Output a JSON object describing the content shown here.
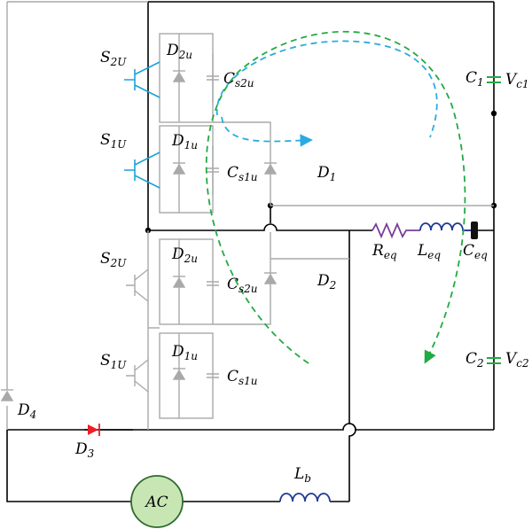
{
  "colors": {
    "wire": "#000000",
    "inactive": "#a9a9a9",
    "active_switch": "#1aa3d9",
    "blue_path": "#29abe2",
    "green_path": "#22aa44",
    "capacitor": "#22aa44",
    "resistor": "#7a3d99",
    "inductor": "#1f3a93",
    "red_diode": "#ee1c25",
    "ac_fill": "#c8e6b4",
    "ac_stroke": "#2e6b2e"
  },
  "labels": {
    "s2u_top": {
      "main": "S",
      "sub": "2U"
    },
    "d2u_top": {
      "main": "D",
      "sub": "2u"
    },
    "cs2u_top": {
      "main": "C",
      "sub": "s2u"
    },
    "s1u_top": {
      "main": "S",
      "sub": "1U"
    },
    "d1u_top": {
      "main": "D",
      "sub": "1u"
    },
    "cs1u_top": {
      "main": "C",
      "sub": "s1u"
    },
    "d1": {
      "main": "D",
      "sub": "1"
    },
    "s2u_bot": {
      "main": "S",
      "sub": "2U"
    },
    "d2u_bot": {
      "main": "D",
      "sub": "2u"
    },
    "cs2u_bot": {
      "main": "C",
      "sub": "s2u"
    },
    "d2": {
      "main": "D",
      "sub": "2"
    },
    "s1u_bot": {
      "main": "S",
      "sub": "1U"
    },
    "d1u_bot": {
      "main": "D",
      "sub": "1u"
    },
    "cs1u_bot": {
      "main": "C",
      "sub": "s1u"
    },
    "req": {
      "main": "R",
      "sub": "eq"
    },
    "leq": {
      "main": "L",
      "sub": "eq"
    },
    "ceq": {
      "main": "C",
      "sub": "eq"
    },
    "c1": {
      "main": "C",
      "sub": "1"
    },
    "vc1": {
      "main": "V",
      "sub": "c1"
    },
    "c2": {
      "main": "C",
      "sub": "2"
    },
    "vc2": {
      "main": "V",
      "sub": "c2"
    },
    "d4": {
      "main": "D",
      "sub": "4"
    },
    "d3": {
      "main": "D",
      "sub": "3"
    },
    "lb": {
      "main": "L",
      "sub": "b"
    },
    "ac": "AC"
  }
}
